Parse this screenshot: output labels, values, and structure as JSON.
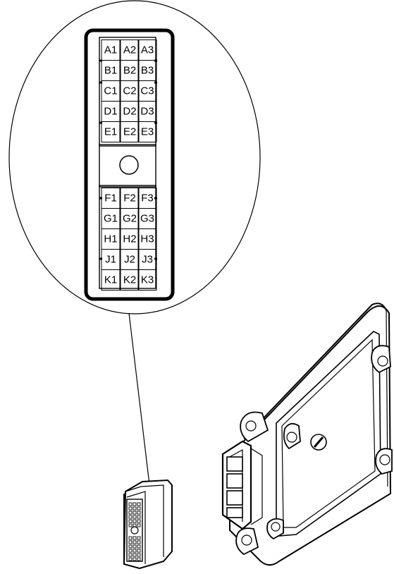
{
  "connector_pinout": {
    "upper_rows": [
      {
        "row": "A",
        "pins": [
          "A1",
          "A2",
          "A3"
        ]
      },
      {
        "row": "B",
        "pins": [
          "B1",
          "B2",
          "B3"
        ]
      },
      {
        "row": "C",
        "pins": [
          "C1",
          "C2",
          "C3"
        ]
      },
      {
        "row": "D",
        "pins": [
          "D1",
          "D2",
          "D3"
        ]
      },
      {
        "row": "E",
        "pins": [
          "E1",
          "E2",
          "E3"
        ]
      }
    ],
    "lower_rows": [
      {
        "row": "F",
        "pins": [
          "F1",
          "F2",
          "F3"
        ]
      },
      {
        "row": "G",
        "pins": [
          "G1",
          "G2",
          "G3"
        ]
      },
      {
        "row": "H",
        "pins": [
          "H1",
          "H2",
          "H3"
        ]
      },
      {
        "row": "J",
        "pins": [
          "J1",
          "J2",
          "J3"
        ]
      },
      {
        "row": "K",
        "pins": [
          "K1",
          "K2",
          "K3"
        ]
      }
    ]
  },
  "colors": {
    "line": "#000000",
    "background": "#ffffff"
  }
}
